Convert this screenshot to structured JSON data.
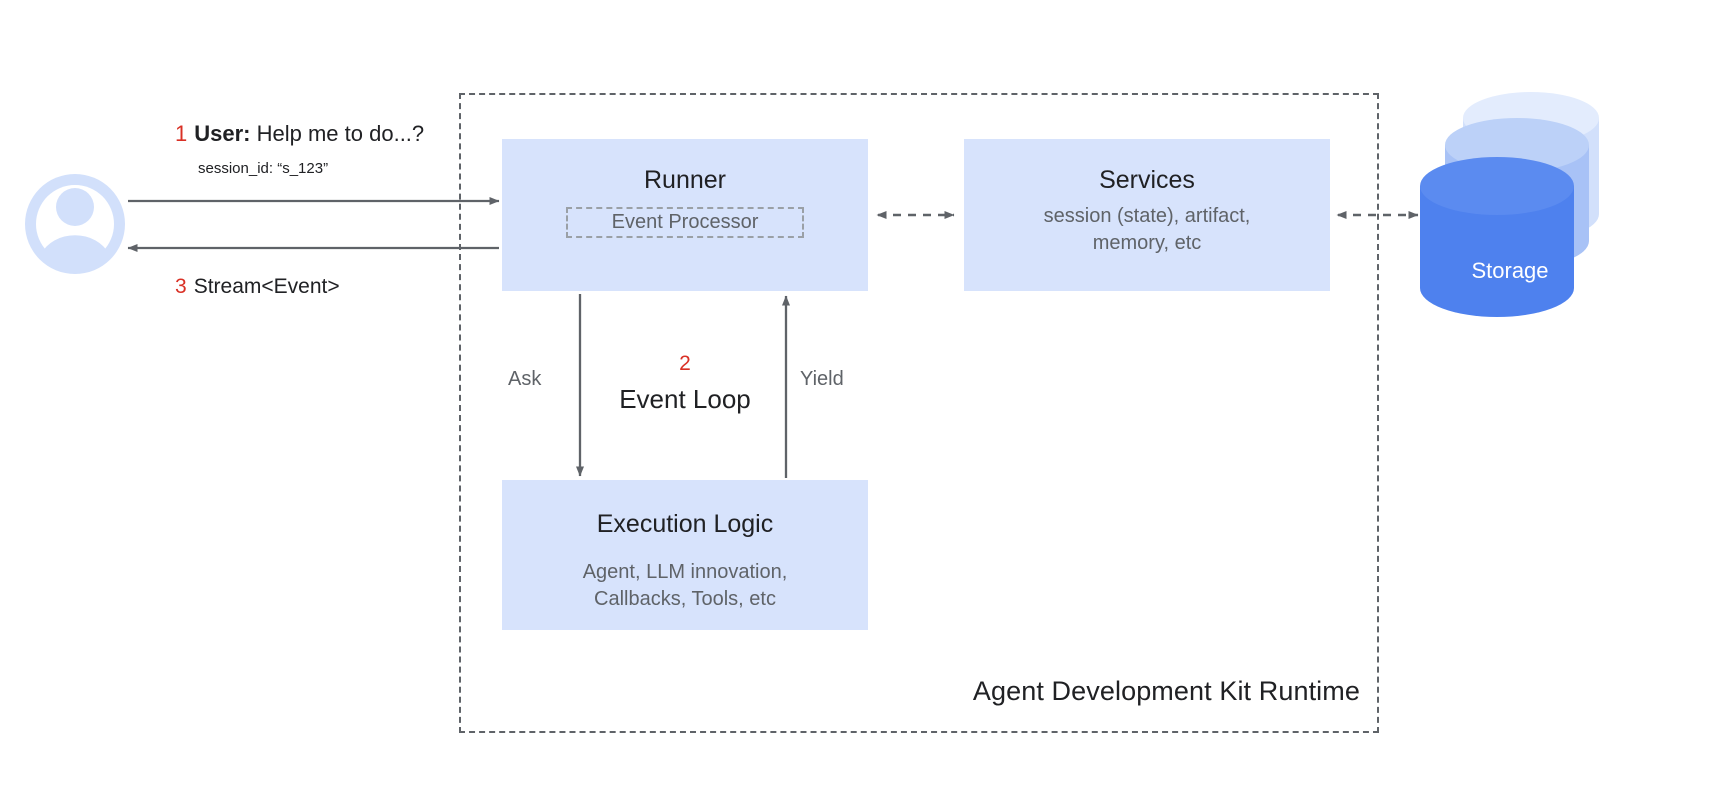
{
  "diagram": {
    "title": "Agent Development Kit Runtime",
    "colors": {
      "box_fill": "#d7e3fc",
      "storage_blue": "#4e81ee",
      "storage_mid": "#a8c2f6",
      "storage_light": "#d2e0fb",
      "accent_red": "#d93025",
      "line_gray": "#5f6368",
      "text_dark": "#202124",
      "text_muted": "#5f6368"
    },
    "user": {
      "avatar_icon": "user-avatar-icon",
      "request_number": "1",
      "request_label": "User:",
      "request_text": "Help me to do...?",
      "session_meta": "session_id: “s_123”",
      "response_number": "3",
      "response_text": "Stream<Event>"
    },
    "runner": {
      "title": "Runner",
      "event_processor": "Event Processor"
    },
    "services": {
      "title": "Services",
      "subtitle_line1": "session (state), artifact,",
      "subtitle_line2": "memory, etc"
    },
    "execution": {
      "title": "Execution Logic",
      "subtitle_line1": "Agent, LLM innovation,",
      "subtitle_line2": "Callbacks, Tools, etc"
    },
    "event_loop": {
      "number": "2",
      "label": "Event Loop",
      "ask_label": "Ask",
      "yield_label": "Yield"
    },
    "storage": {
      "label": "Storage",
      "icon": "database-cylinder-icon"
    }
  }
}
